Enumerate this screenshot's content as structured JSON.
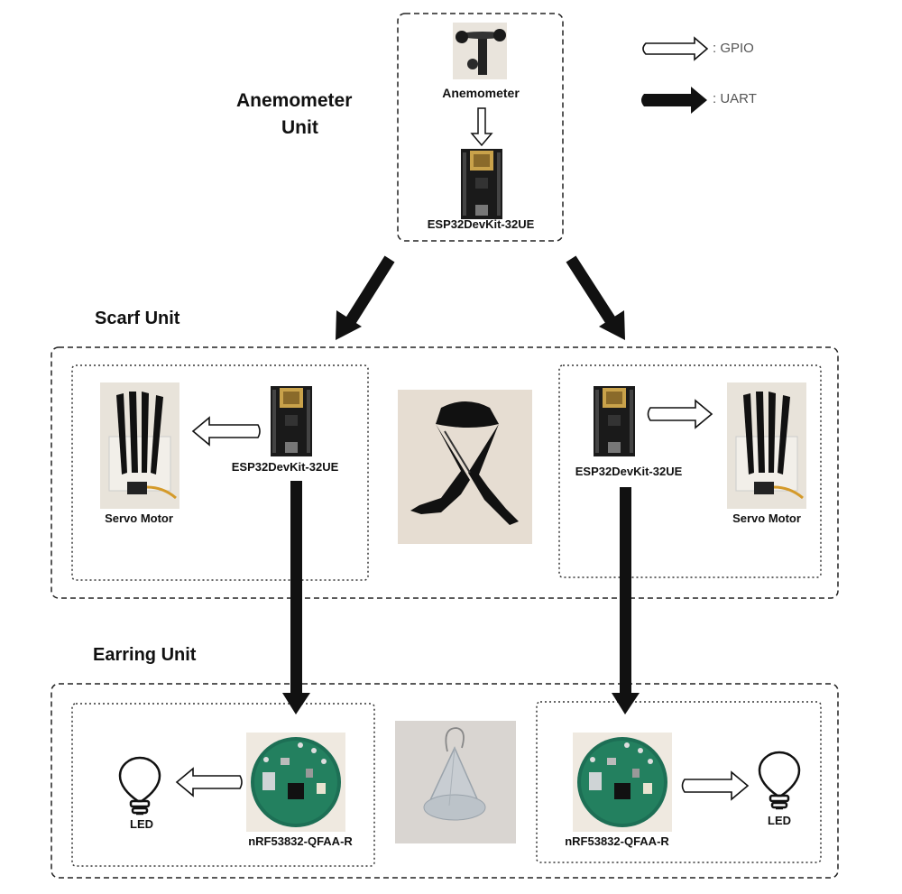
{
  "anemometer_unit": {
    "title_line1": "Anemometer",
    "title_line2": "Unit",
    "sensor_label": "Anemometer",
    "board_label": "ESP32DevKit-32UE"
  },
  "scarf_unit": {
    "title": "Scarf Unit",
    "left": {
      "servo_label": "Servo Motor",
      "board_label": "ESP32DevKit-32UE"
    },
    "right": {
      "servo_label": "Servo Motor",
      "board_label": "ESP32DevKit-32UE"
    }
  },
  "earring_unit": {
    "title": "Earring Unit",
    "left": {
      "led_label": "LED",
      "board_label": "nRF53832-QFAA-R"
    },
    "right": {
      "led_label": "LED",
      "board_label": "nRF53832-QFAA-R"
    }
  },
  "legend": {
    "gpio_label": ": GPIO",
    "uart_label": ": UART"
  },
  "icons": {
    "gpio_arrow": "hollow-arrow-icon",
    "uart_arrow": "thick-black-arrow-icon",
    "led": "lightbulb-icon"
  }
}
